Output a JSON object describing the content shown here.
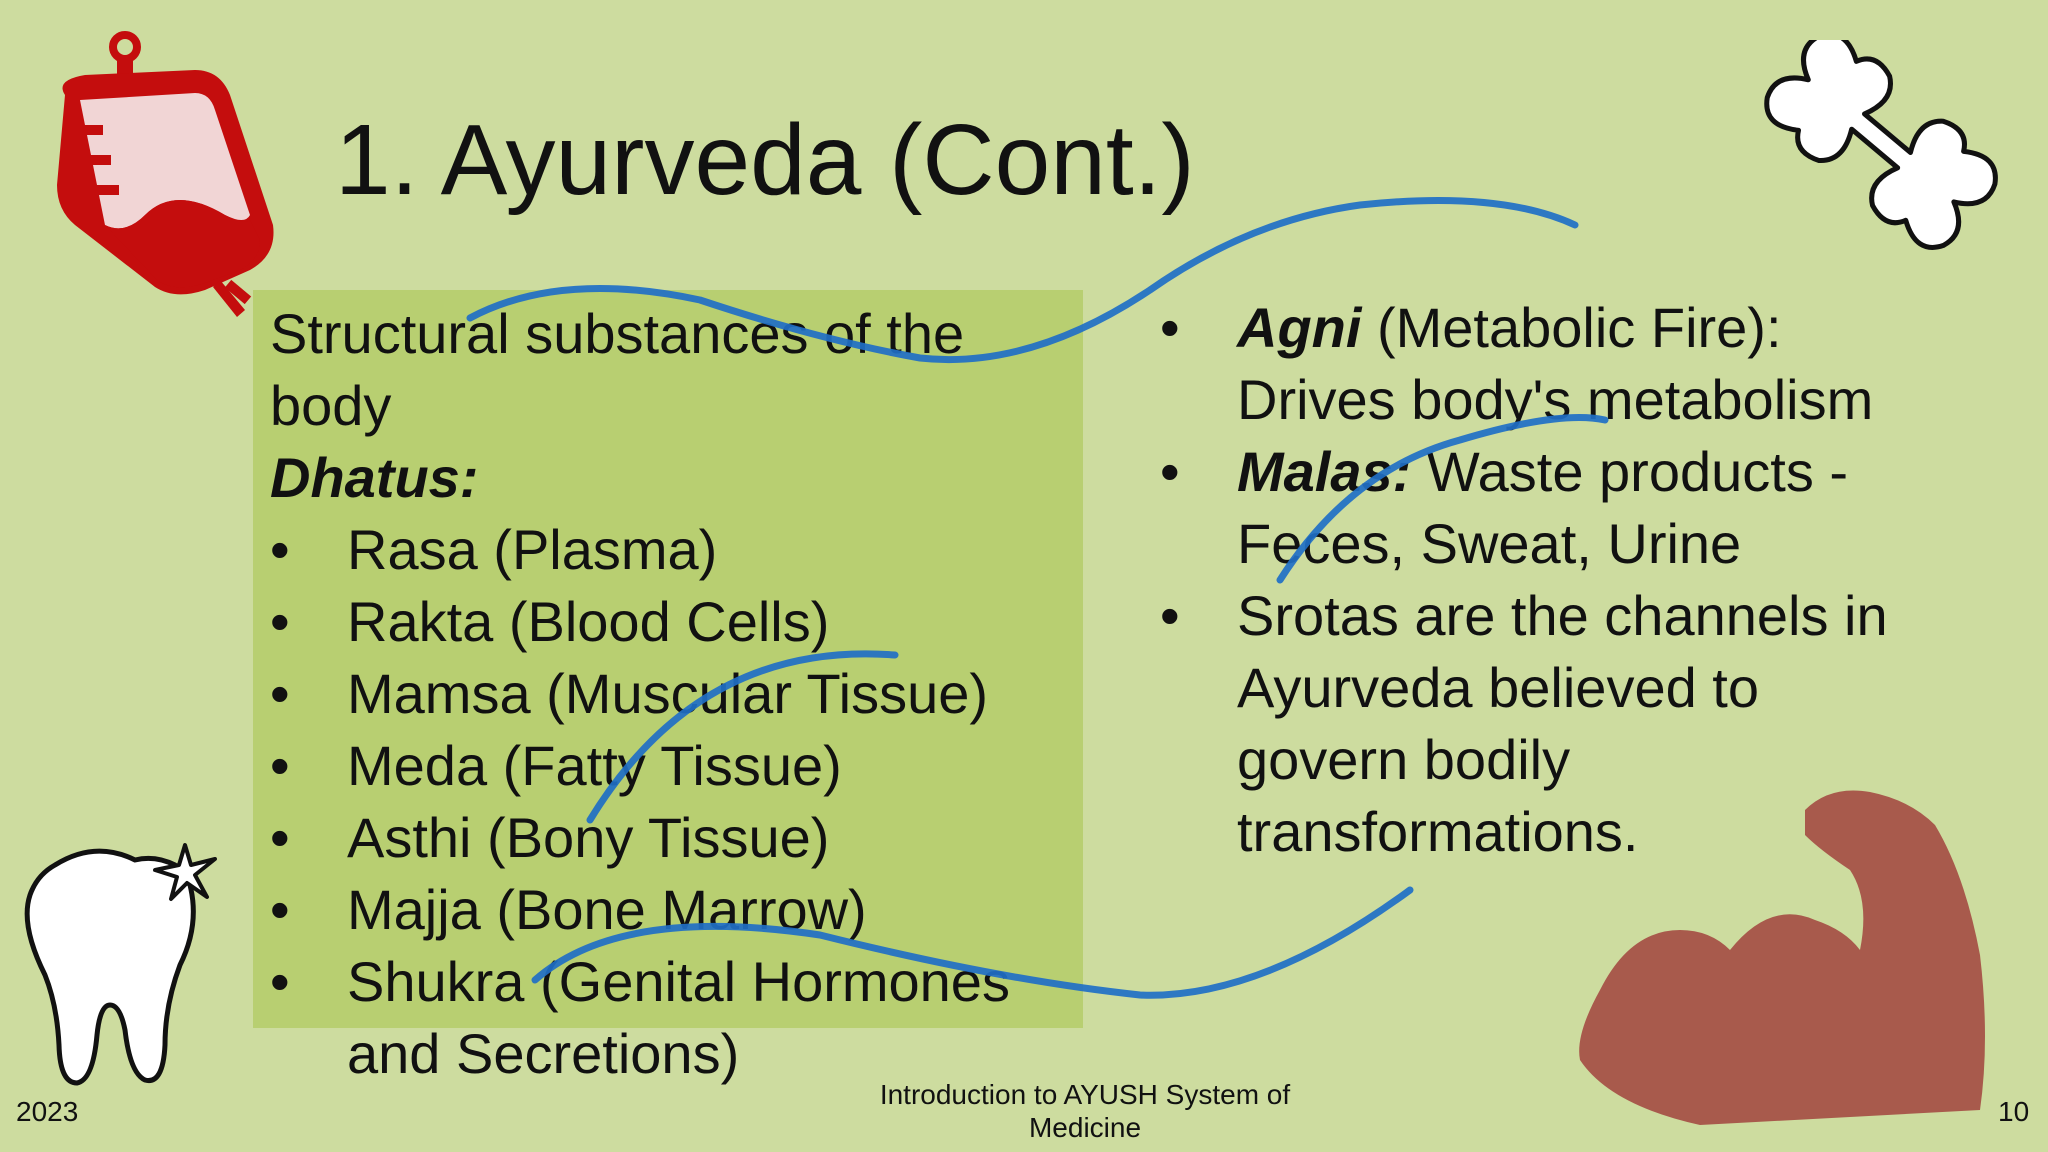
{
  "slide": {
    "title": "1. Ayurveda (Cont.)",
    "left": {
      "intro_line1": "Structural substances of the",
      "intro_line2": "body",
      "heading": "Dhatus:",
      "items": [
        "Rasa (Plasma)",
        "Rakta (Blood Cells)",
        "Mamsa (Muscular Tissue)",
        "Meda (Fatty Tissue)",
        "Asthi (Bony Tissue)",
        "Majja (Bone Marrow)",
        "Shukra (Genital Hormones",
        "and Secretions)"
      ]
    },
    "right": {
      "items": [
        {
          "term": "Agni",
          "text_line1": " (Metabolic Fire):",
          "text_line2": "Drives body's metabolism"
        },
        {
          "term": "Malas:",
          "text_line1": " Waste products -",
          "text_line2": "Feces, Sweat, Urine"
        },
        {
          "term": "",
          "lines": [
            "Srotas are the channels in",
            "Ayurveda believed to",
            "govern bodily",
            "transformations."
          ]
        }
      ]
    },
    "bullet_char": "•",
    "footer": {
      "year": "2023",
      "center_line1": "Introduction to AYUSH System of",
      "center_line2": "Medicine",
      "page": "10"
    }
  },
  "decorations": [
    "blood-bag-icon",
    "bone-icon",
    "tooth-icon",
    "flexed-arm-icon"
  ],
  "colors": {
    "background": "#cddc9f",
    "box": "#b8cf71",
    "wave": "#1f6fc5",
    "blood": "#c40d0d",
    "arm": "#a85a4c"
  }
}
